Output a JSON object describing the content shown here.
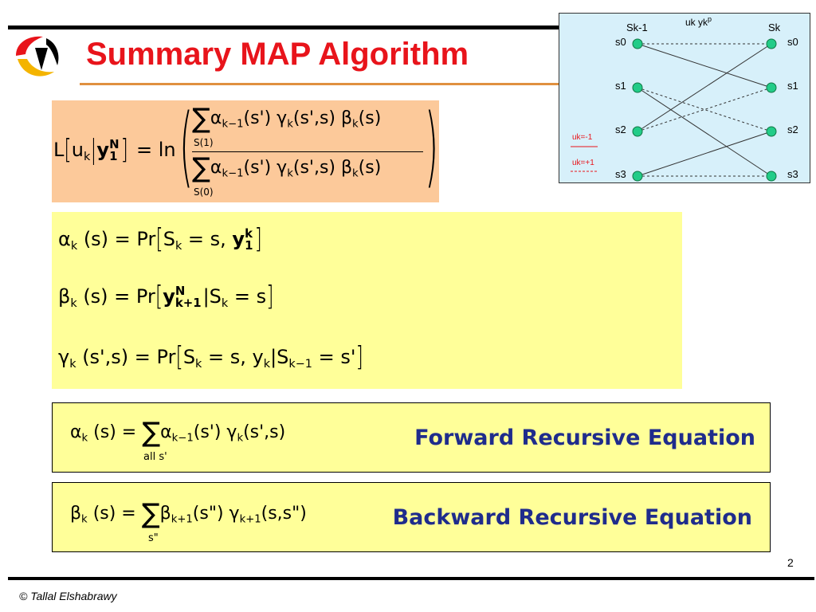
{
  "slide": {
    "title": "Summary MAP Algorithm",
    "page_number": "2",
    "footer": "© Tallal Elshabrawy"
  },
  "llr_eq": {
    "lhs": "L",
    "u": "u",
    "k": "k",
    "y": "y",
    "N": "N",
    "one": "1",
    "eq_ln": "= ln",
    "num_body": "α",
    "num_sub": "k−1",
    "num_tail": "(s') γ",
    "num_tail_sub": "k",
    "num_tail2": "(s',s) β",
    "num_tail2_sub": "k",
    "num_tail3": "(s)",
    "num_under": "S(1)",
    "den_under": "S(0)"
  },
  "defs": {
    "alpha_lhs": "α",
    "alpha_sub": "k",
    "alpha_mid": "(s) = Pr",
    "alpha_S": "S",
    "alpha_S_sub": "k",
    "alpha_rhs": "= s, ",
    "alpha_y": "y",
    "alpha_y_sup": "k",
    "alpha_y_sub": "1",
    "beta_lhs": "β",
    "beta_sub": "k",
    "beta_mid": "(s) = Pr",
    "beta_y": "y",
    "beta_y_sup": "N",
    "beta_y_sub": "k+1",
    "beta_rhs": "|S",
    "beta_rhs_sub": "k",
    "beta_tail": "= s",
    "gamma_lhs": "γ",
    "gamma_sub": "k",
    "gamma_mid": "(s',s) = Pr",
    "gamma_S": "S",
    "gamma_S_sub": "k",
    "gamma_rhs": "= s, y",
    "gamma_y_sub": "k",
    "gamma_bar": "|S",
    "gamma_bar_sub": "k−1",
    "gamma_tail": "= s'"
  },
  "forward": {
    "lhs": "α",
    "lhs_sub": "k",
    "mid": "(s) =",
    "under": "all s'",
    "term": "α",
    "term_sub": "k−1",
    "term2": "(s') γ",
    "term2_sub": "k",
    "term3": "(s',s)",
    "label": "Forward Recursive Equation"
  },
  "backward": {
    "lhs": "β",
    "lhs_sub": "k",
    "mid": "(s) =",
    "under": "s\"",
    "term": "β",
    "term_sub": "k+1",
    "term2": "(s\") γ",
    "term2_sub": "k+1",
    "term3": "(s,s\")",
    "label": "Backward Recursive Equation"
  },
  "trellis": {
    "header_mid": "uk yk",
    "header_mid_sup": "p",
    "col_left": "Sk-1",
    "col_right": "Sk",
    "states": [
      "s0",
      "s1",
      "s2",
      "s3"
    ],
    "legend_minus": "uk=-1",
    "legend_plus": "uk=+1",
    "node_color": "#22cc88",
    "minus_color": "#e8141b"
  }
}
